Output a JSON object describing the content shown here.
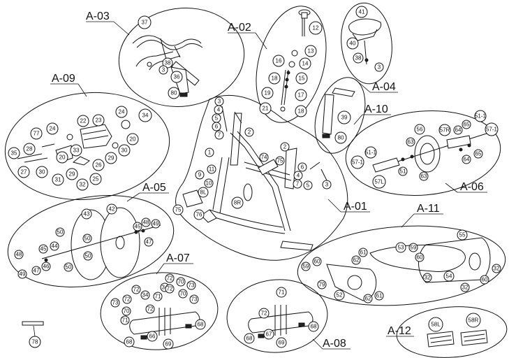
{
  "sections": [
    {
      "id": "A-01",
      "label": "A-01"
    },
    {
      "id": "A-02",
      "label": "A-02"
    },
    {
      "id": "A-03",
      "label": "A-03"
    },
    {
      "id": "A-04",
      "label": "A-04"
    },
    {
      "id": "A-05",
      "label": "A-05"
    },
    {
      "id": "A-06",
      "label": "A-06"
    },
    {
      "id": "A-07",
      "label": "A-07"
    },
    {
      "id": "A-08",
      "label": "A-08"
    },
    {
      "id": "A-09",
      "label": "A-09"
    },
    {
      "id": "A-10",
      "label": "A-10"
    },
    {
      "id": "A-11",
      "label": "A-11"
    },
    {
      "id": "A-12",
      "label": "A-12"
    }
  ],
  "callouts": {
    "a03": [
      "37",
      "38",
      "3",
      "36",
      "80"
    ],
    "a02": [
      "12",
      "13",
      "16",
      "14",
      "15",
      "18",
      "17",
      "19",
      "21",
      "18"
    ],
    "a04": [
      "41",
      "40",
      "38",
      "3"
    ],
    "a10": [
      "39",
      "80"
    ],
    "a09": [
      "24",
      "34",
      "22",
      "23",
      "77",
      "24",
      "20",
      "35",
      "28",
      "33",
      "30",
      "29",
      "26",
      "20",
      "27",
      "30",
      "31",
      "29",
      "32",
      "25"
    ],
    "a01": [
      "3",
      "4",
      "5",
      "6",
      "7",
      "2",
      "1",
      "74",
      "75",
      "2",
      "11",
      "6",
      "4",
      "9",
      "10",
      "8L",
      "7",
      "5",
      "3",
      "75",
      "76",
      "8R"
    ],
    "a06": [
      "56",
      "63",
      "57R",
      "64",
      "65",
      "51-1",
      "57-1",
      "51-1",
      "57-1",
      "65",
      "64",
      "63",
      "51",
      "57L"
    ],
    "a05": [
      "43",
      "42",
      "50",
      "45",
      "48",
      "49",
      "50",
      "47",
      "48",
      "45",
      "44",
      "46",
      "49",
      "47",
      "50",
      "50"
    ],
    "a11": [
      "55",
      "53",
      "59",
      "61",
      "62",
      "60",
      "59",
      "60",
      "54",
      "32",
      "32",
      "60",
      "32",
      "79",
      "52",
      "62",
      "61"
    ],
    "a07": [
      "72",
      "70",
      "73",
      "34",
      "72",
      "70",
      "73",
      "71",
      "72",
      "72",
      "34",
      "72",
      "73",
      "70",
      "71",
      "68",
      "68",
      "66",
      "69"
    ],
    "a08": [
      "71",
      "72",
      "68",
      "67",
      "68",
      "69"
    ],
    "a12": [
      "58L",
      "58R"
    ],
    "loose": [
      "78"
    ]
  }
}
